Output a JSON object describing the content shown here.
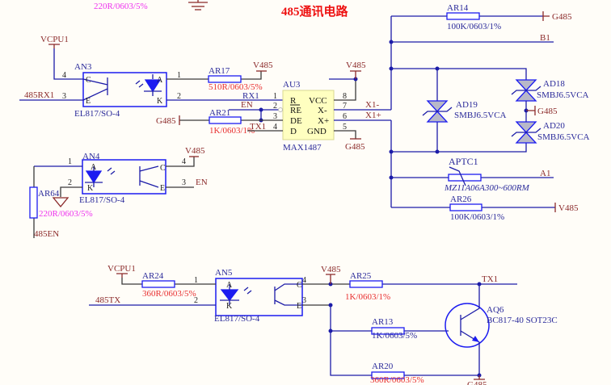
{
  "title": "485通讯电路",
  "top_cut_value": "220R/0603/5%",
  "an3": {
    "ref": "AN3",
    "part": "EL817/SO-4",
    "pins": [
      "1",
      "2",
      "3",
      "4"
    ],
    "pin_letters": [
      "A",
      "K",
      "E",
      "C"
    ]
  },
  "an4": {
    "ref": "AN4",
    "part": "EL817/SO-4",
    "pins": [
      "1",
      "2",
      "3",
      "4"
    ],
    "pin_letters": [
      "A",
      "K",
      "E",
      "C"
    ]
  },
  "an5": {
    "ref": "AN5",
    "part": "EL817/SO-4",
    "pins": [
      "1",
      "2",
      "3",
      "4"
    ],
    "pin_letters": [
      "A",
      "K",
      "E",
      "C"
    ]
  },
  "au3": {
    "ref": "AU3",
    "part": "MAX1487",
    "left_pins": [
      "R",
      "RE",
      "DE",
      "D"
    ],
    "left_nums": [
      "1",
      "2",
      "3",
      "4"
    ],
    "right_pins": [
      "VCC",
      "X-",
      "X+",
      "GND"
    ],
    "right_nums": [
      "8",
      "7",
      "6",
      "5"
    ]
  },
  "resistors": {
    "ar17": {
      "ref": "AR17",
      "value": "510R/0603/5%"
    },
    "ar21": {
      "ref": "AR21",
      "value": "1K/0603/1%"
    },
    "ar14": {
      "ref": "AR14",
      "value": "100K/0603/1%"
    },
    "ar26": {
      "ref": "AR26",
      "value": "100K/0603/1%"
    },
    "ar64": {
      "ref": "AR64",
      "value": "220R/0603/5%"
    },
    "ar24": {
      "ref": "AR24",
      "value": "360R/0603/5%"
    },
    "ar25": {
      "ref": "AR25",
      "value": "1K/0603/1%"
    },
    "ar13": {
      "ref": "AR13",
      "value": "1K/0603/5%"
    },
    "ar20": {
      "ref": "AR20",
      "value": "360R/0603/5%"
    }
  },
  "ptc": {
    "ref": "APTC1",
    "value": "MZ11A06A300~600RM"
  },
  "tvs": {
    "ad18": {
      "ref": "AD18",
      "value": "SMBJ6.5VCA"
    },
    "ad19": {
      "ref": "AD19",
      "value": "SMBJ6.5VCA"
    },
    "ad20": {
      "ref": "AD20",
      "value": "SMBJ6.5VCA"
    }
  },
  "transistor": {
    "ref": "AQ6",
    "value": "BC817-40 SOT23C"
  },
  "nets": {
    "vcpu1": "VCPU1",
    "v485": "V485",
    "g485": "G485",
    "rx485": "485RX1",
    "rx1": "RX1",
    "en": "EN",
    "tx1": "TX1",
    "x1m": "X1-",
    "x1p": "X1+",
    "b1": "B1",
    "a1": "A1",
    "en485": "485EN",
    "tx485": "485TX"
  }
}
